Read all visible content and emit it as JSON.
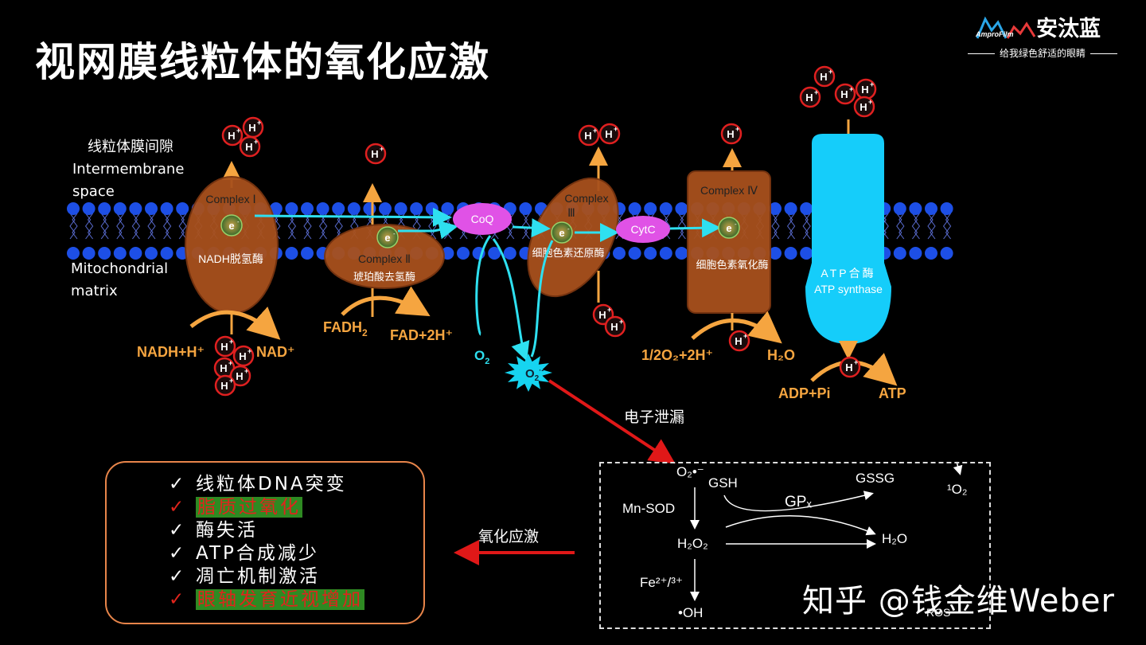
{
  "title": "视网膜线粒体的氧化应激",
  "brand": {
    "name": "安汰蓝",
    "logo_text": "AmproFilm",
    "tagline": "给我绿色舒适的眼睛"
  },
  "regions": {
    "intermembrane_cn": "线粒体膜间隙",
    "intermembrane_en_1": "Intermembrane",
    "intermembrane_en_2": "space",
    "matrix_en_1": "Mitochondrial",
    "matrix_en_2": "matrix"
  },
  "complexes": {
    "c1": {
      "name": "Complex Ⅰ",
      "cn": "NADH脱氢酶",
      "in": "NADH+H⁺",
      "out": "NAD⁺"
    },
    "c2": {
      "name": "Complex Ⅱ",
      "cn": "琥珀酸去氢酶",
      "in": "FADH",
      "in_sub": "2",
      "out": "FAD+2H⁺"
    },
    "c3": {
      "name_1": "Complex",
      "name_2": "Ⅲ",
      "cn": "细胞色素还原酶"
    },
    "c4": {
      "name": "Complex Ⅳ",
      "cn": "细胞色素氧化酶",
      "in": "1/2O₂+2H⁺",
      "out": "H₂O"
    },
    "atp": {
      "name_cn": "ATP合酶",
      "name_en": "ATP synthase",
      "in": "ADP+Pi",
      "out": "ATP"
    }
  },
  "carriers": {
    "coq": "CoQ",
    "cytc": "CytC"
  },
  "particles": {
    "proton": "H",
    "electron": "e"
  },
  "oxygen": {
    "o2": "O",
    "o2_sub": "2",
    "superoxide": "O",
    "superoxide_sub": "2",
    "superoxide_sup": "·-"
  },
  "labels": {
    "leak": "电子泄漏",
    "stress": "氧化应激"
  },
  "ros": {
    "superoxide": "O₂•⁻",
    "gsh": "GSH",
    "gssg": "GSSG",
    "singlet": "¹O₂",
    "mnsod": "Mn-SOD",
    "gpx": "GPₓ",
    "h2o2": "H₂O₂",
    "h2o": "H₂O",
    "fe": "Fe²⁺/³⁺",
    "oh": "•OH",
    "ros_label": "ROS"
  },
  "effects": {
    "items": [
      {
        "check": "✓",
        "text": "线粒体DNA突变",
        "highlight": false
      },
      {
        "check": "✓",
        "text": "脂质过氧化",
        "highlight": true
      },
      {
        "check": "✓",
        "text": "酶失活",
        "highlight": false
      },
      {
        "check": "✓",
        "text": "ATP合成减少",
        "highlight": false
      },
      {
        "check": "✓",
        "text": "凋亡机制激活",
        "highlight": false
      },
      {
        "check": "✓",
        "text": "眼轴发育近视增加",
        "highlight": true
      }
    ]
  },
  "watermark": "知乎 @钱金维Weber",
  "colors": {
    "membrane": "#1d4fe6",
    "complex": "#a8511d",
    "complex_edge": "#7a3510",
    "carrier": "#e052e6",
    "electron_path": "#2ee0f0",
    "proton_ring": "#e02020",
    "atp_synthase": "#15cdfa",
    "arrow_orange": "#f5a540",
    "leak_arrow": "#e01818"
  }
}
